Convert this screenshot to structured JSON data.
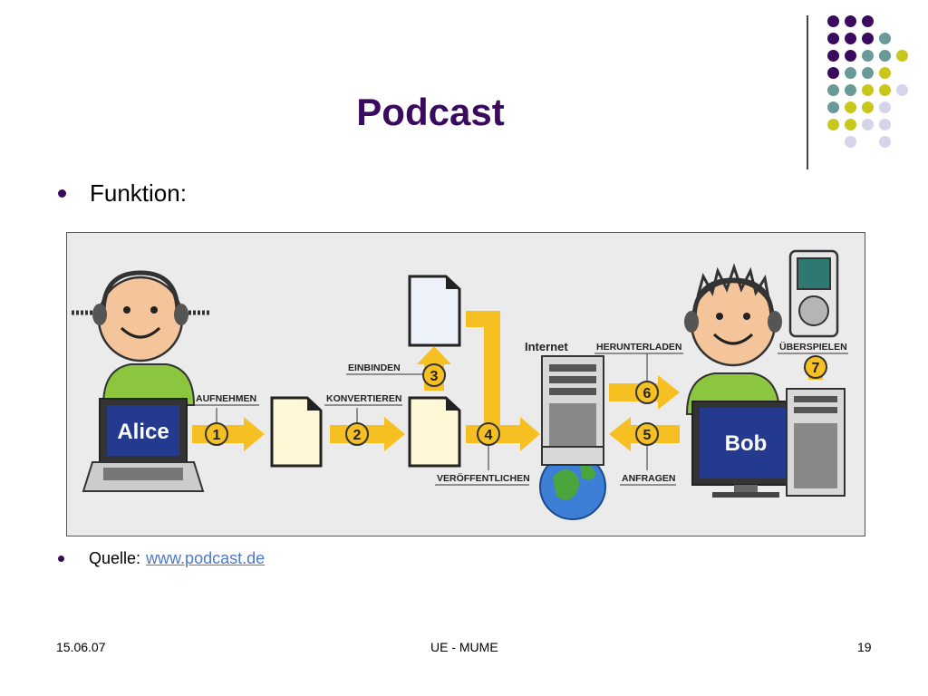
{
  "slide": {
    "title": "Podcast",
    "bullet_1": "Funktion:",
    "source_label": "Quelle:",
    "source_link": "www.podcast.de"
  },
  "diagram": {
    "laptop_label": "Alice",
    "monitor_label": "Bob",
    "internet_label": "Internet",
    "steps": [
      {
        "number": "1",
        "label": "AUFNEHMEN"
      },
      {
        "number": "2",
        "label": "KONVERTIEREN"
      },
      {
        "number": "3",
        "label": "EINBINDEN"
      },
      {
        "number": "4",
        "label": "VERÖFFENTLICHEN"
      },
      {
        "number": "5",
        "label": "ANFRAGEN"
      },
      {
        "number": "6",
        "label": "HERUNTERLADEN"
      },
      {
        "number": "7",
        "label": "ÜBERSPIELEN"
      }
    ]
  },
  "footer": {
    "date": "15.06.07",
    "center": "UE - MUME",
    "page": "19"
  },
  "colors": {
    "title": "#3a0a5e",
    "dot_purple": "#3a0a5e",
    "dot_teal": "#6a9a98",
    "dot_yellow": "#c8c81a",
    "dot_lavender": "#d6d4e8",
    "arrow": "#f6c023",
    "link": "#4f79c7"
  }
}
